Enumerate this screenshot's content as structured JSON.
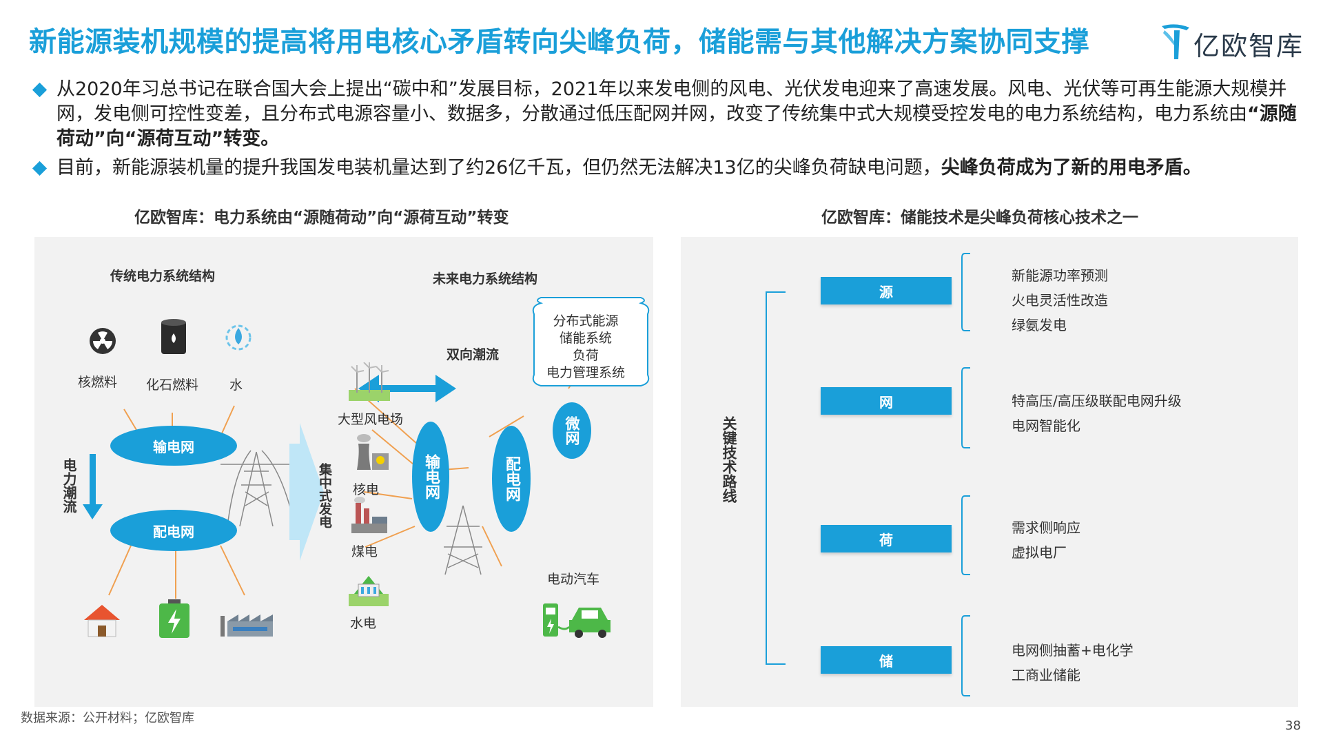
{
  "title": "新能源装机规模的提高将用电核心矛盾转向尖峰负荷，储能需与其他解决方案协同支撑",
  "logo": {
    "text": "亿欧智库",
    "icon": "yiou-logo-icon",
    "color": "#1a9fd9"
  },
  "bullets": [
    {
      "text": "从2020年习总书记在联合国大会上提出“碳中和”发展目标，2021年以来发电侧的风电、光伏发电迎来了高速发展。风电、光伏等可再生能源大规模并网，发电侧可控性变差，且分布式电源容量小、数据多，分散通过低压配网并网，改变了传统集中式大规模受控发电的电力系统结构，电力系统由",
      "bold": "“源随荷动”向“源荷互动”转变。",
      "after": ""
    },
    {
      "text": "目前，新能源装机量的提升我国发电装机量达到了约26亿千瓦，但仍然无法解决13亿的尖峰负荷缺电问题，",
      "bold": "尖峰负荷成为了新的用电矛盾。",
      "after": ""
    }
  ],
  "left_chart": {
    "title": "亿欧智库：电力系统由“源随荷动”向“源荷互动”转变",
    "traditional": {
      "title": "传统电力系统结构",
      "sources": [
        "核燃料",
        "化石燃料",
        "水"
      ],
      "transmission": "输电网",
      "distribution": "配电网",
      "flow": "电力潮流"
    },
    "arrow_label": "集中式发电",
    "future": {
      "title": "未来电力系统结构",
      "sources": [
        "大型风电场",
        "核电",
        "煤电",
        "水电"
      ],
      "transmission": "输电网",
      "distribution": "配电网",
      "microgrid": "微网",
      "bidirectional": "双向潮流",
      "cloud_items": [
        "分布式能源",
        "储能系统",
        "负荷",
        "电力管理系统"
      ],
      "ev": "电动汽车"
    }
  },
  "right_chart": {
    "title": "亿欧智库：储能技术是尖峰负荷核心技术之一",
    "root": "关键技术路线",
    "groups": [
      {
        "label": "源",
        "items": [
          "新能源功率预测",
          "火电灵活性改造",
          "绿氨发电"
        ]
      },
      {
        "label": "网",
        "items": [
          "特高压/高压级联配电网升级",
          "电网智能化"
        ]
      },
      {
        "label": "荷",
        "items": [
          "需求侧响应",
          "虚拟电厂"
        ]
      },
      {
        "label": "储",
        "items": [
          "电网侧抽蓄+电化学",
          "工商业储能"
        ]
      }
    ]
  },
  "footer": "数据来源：公开材料；亿欧智库",
  "page_number": "38",
  "colors": {
    "accent": "#1a9fd9",
    "line_orange": "#f0a050",
    "panel_bg": "#f2f2f2"
  }
}
